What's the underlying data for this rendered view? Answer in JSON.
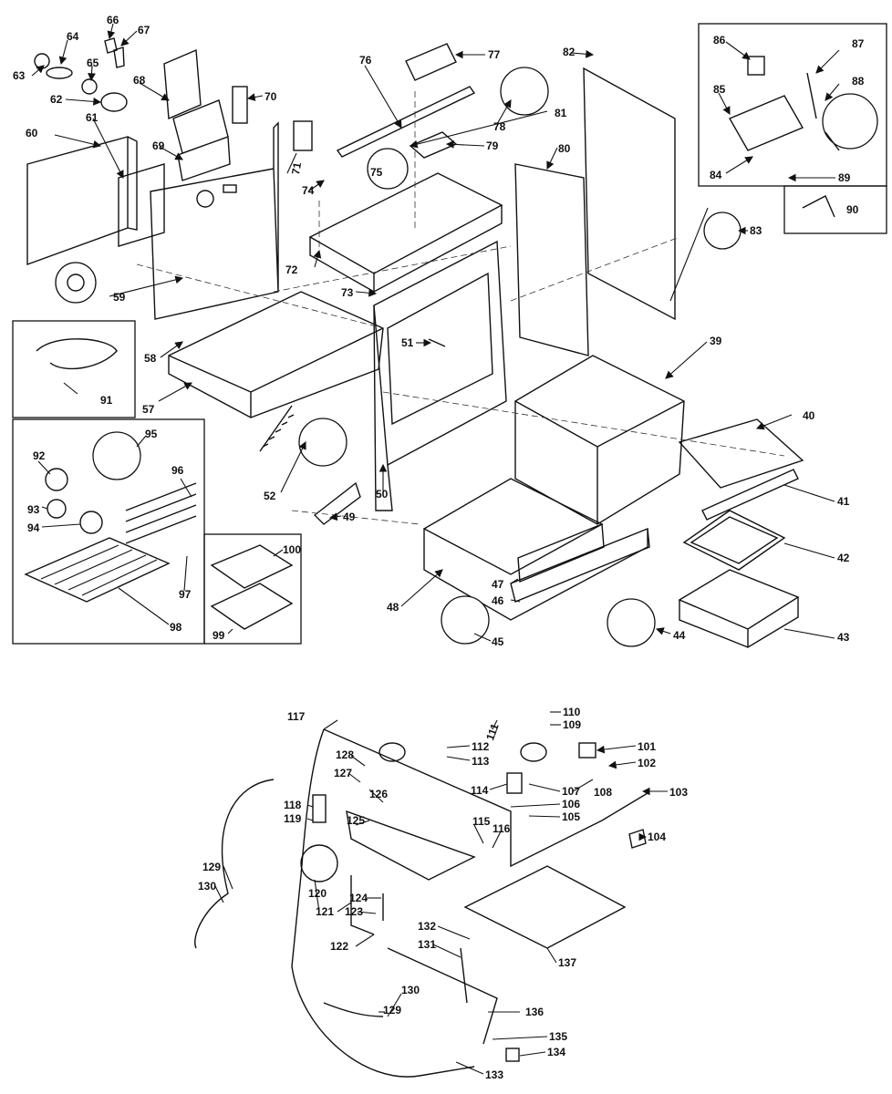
{
  "labels": [
    "60",
    "61",
    "62",
    "63",
    "64",
    "65",
    "66",
    "67",
    "68",
    "69",
    "70",
    "71",
    "72",
    "73",
    "74",
    "75",
    "76",
    "77",
    "78",
    "79",
    "80",
    "81",
    "82",
    "83",
    "84",
    "85",
    "86",
    "87",
    "88",
    "89",
    "90",
    "39",
    "40",
    "41",
    "42",
    "43",
    "44",
    "45",
    "46",
    "47",
    "48",
    "49",
    "50",
    "51",
    "52",
    "57",
    "58",
    "59",
    "91",
    "92",
    "93",
    "94",
    "95",
    "96",
    "97",
    "98",
    "99",
    "100",
    "101",
    "102",
    "103",
    "104",
    "105",
    "106",
    "107",
    "108",
    "109",
    "110",
    "111",
    "112",
    "113",
    "114",
    "115",
    "116",
    "117",
    "118",
    "119",
    "120",
    "121",
    "122",
    "123",
    "124",
    "125",
    "126",
    "127",
    "128",
    "129",
    "130",
    "131",
    "132",
    "133",
    "134",
    "135",
    "136",
    "137",
    "129",
    "130"
  ]
}
